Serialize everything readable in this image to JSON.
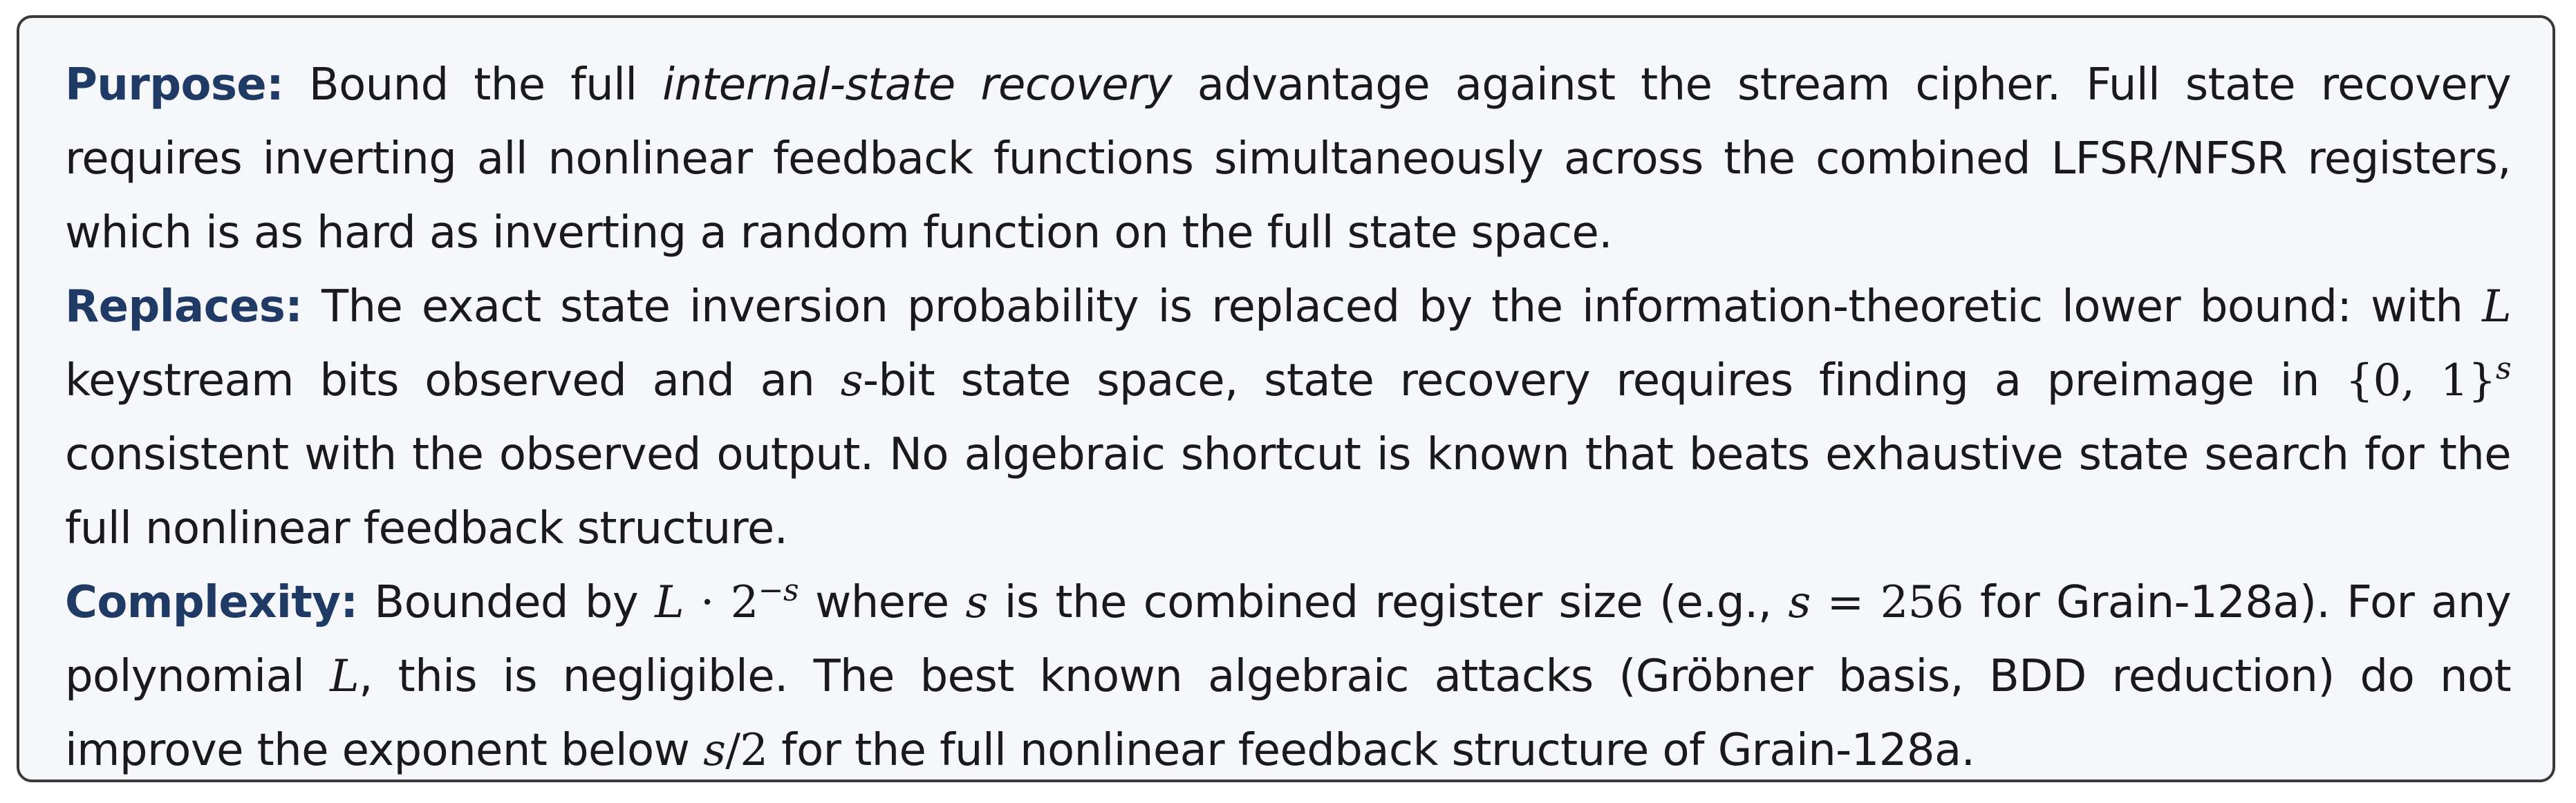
{
  "purpose": {
    "label": "Purpose:",
    "pre": "Bound the full",
    "em": "internal-state recovery",
    "post": "advantage against the stream cipher. Full state recovery requires inverting all nonlinear feedback functions simultaneously across the combined LFSR/NFSR registers, which is as hard as inverting a random function on the full state space."
  },
  "replaces": {
    "label": "Replaces:",
    "t1": "The exact state inversion probability is replaced by the information-theoretic lower bound: with",
    "L": "L",
    "t2": "keystream bits observed and an",
    "s": "s",
    "t3": "-bit state space, state recovery requires finding a preimage in",
    "set": "{0, 1}",
    "set_exp": "s",
    "t4": "consistent with the observed output. No algebraic shortcut is known that beats exhaustive state search for the full nonlinear feedback structure."
  },
  "complexity": {
    "label": "Complexity:",
    "t1": "Bounded by",
    "expr_L": "L",
    "expr_dot": "· 2",
    "expr_exp": "−s",
    "t2": "where",
    "s": "s",
    "t3": "is the combined register size (e.g.,",
    "eq_s": "s",
    "eq_val": "= 256",
    "t4": "for Grain-128a). For any polynomial",
    "L": "L",
    "t5": ", this is negligible.  The best known algebraic attacks (Gröbner basis, BDD reduction) do not improve the exponent below",
    "half_s": "s",
    "half_div": "/2",
    "t6": "for the full nonlinear feedback structure of Grain-128a."
  }
}
